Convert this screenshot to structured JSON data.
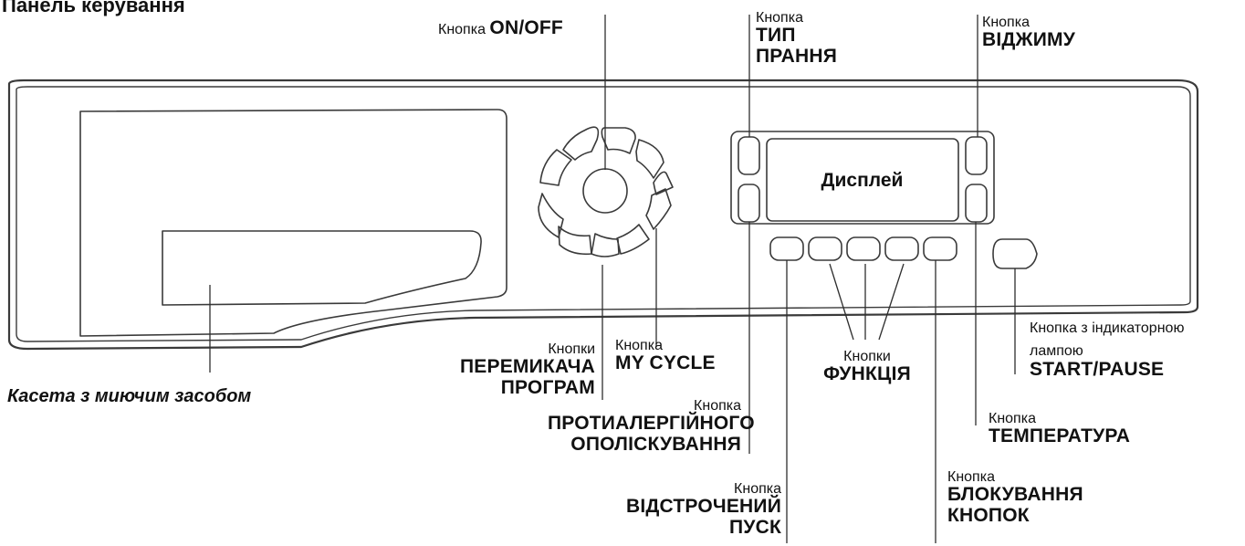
{
  "title": "Панель керування",
  "display": "Дисплей",
  "cassette": "Касета з миючим засобом",
  "labels": {
    "on_off": {
      "small": "Кнопка",
      "big": "ON/OFF"
    },
    "wash_type": {
      "small": "Кнопка",
      "big1": "ТИП",
      "big2": "ПРАННЯ"
    },
    "spin": {
      "small": "Кнопка",
      "big": "ВІДЖИМУ"
    },
    "program_selector": {
      "small": "Кнопки",
      "big1": "ПЕРЕМИКАЧА",
      "big2": "ПРОГРАМ"
    },
    "my_cycle": {
      "small": "Кнопка",
      "big": "MY CYCLE"
    },
    "anti_allergy": {
      "small": "Кнопка",
      "big1": "ПРОТИАЛЕРГІЙНОГО",
      "big2": "ОПОЛІСКУВАННЯ"
    },
    "function": {
      "small": "Кнопки",
      "big": "ФУНКЦІЯ"
    },
    "start_pause": {
      "small1": "Кнопка з індикаторною",
      "small2": "лампою",
      "big": "START/PAUSE"
    },
    "temperature": {
      "small": "Кнопка",
      "big": "ТЕМПЕРАТУРА"
    },
    "delayed_start": {
      "small": "Кнопка",
      "big1": "ВІДСТРОЧЕНИЙ",
      "big2": "ПУСК"
    },
    "button_lock": {
      "small": "Кнопка",
      "big1": "БЛОКУВАННЯ",
      "big2": "КНОПОК"
    }
  }
}
